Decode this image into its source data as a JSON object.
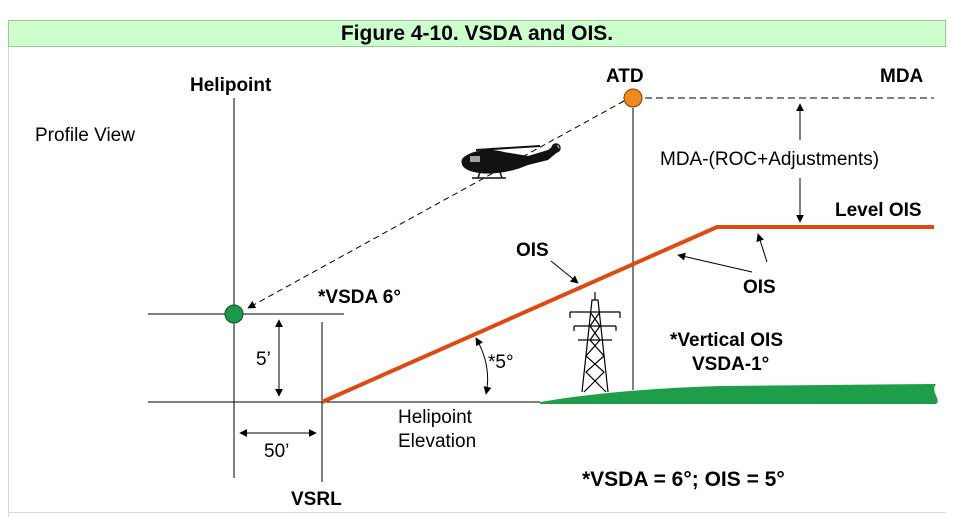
{
  "title": "Figure 4-10.  VSDA and OIS.",
  "labels": {
    "helipoint": "Helipoint",
    "profile_view": "Profile View",
    "atd": "ATD",
    "mda": "MDA",
    "mda_roc": "MDA-(ROC+Adjustments)",
    "level_ois": "Level OIS",
    "ois_upper": "OIS",
    "ois_right": "OIS",
    "vsda6": "*VSDA 6°",
    "five_ft": "5’",
    "five_deg": "*5°",
    "vertical_ois_1": "*Vertical OIS",
    "vertical_ois_2": "VSDA-1°",
    "helipoint_elev_1": "Helipoint",
    "helipoint_elev_2": "Elevation",
    "fifty_ft": "50’",
    "vsrl": "VSRL",
    "equation": "*VSDA = 6°; OIS = 5°"
  },
  "colors": {
    "title_bg": "#ccffcc",
    "ois_line": "#dd4a12",
    "ground": "#1f9e4a",
    "atd_marker": "#f08a20",
    "helipoint_marker": "#1a9a4a"
  },
  "icons": [
    "helicopter-icon",
    "power-tower-icon"
  ]
}
